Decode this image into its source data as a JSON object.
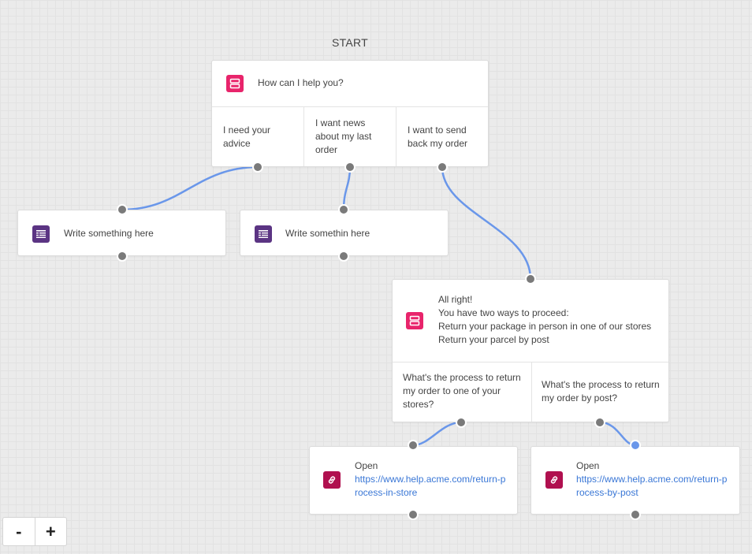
{
  "start_label": "START",
  "zoom": {
    "minus": "-",
    "plus": "+"
  },
  "nodes": {
    "root": {
      "message": "How can I help you?",
      "options": [
        "I need your advice",
        "I want news about my last order",
        "I want to send back my order"
      ]
    },
    "text1": {
      "text": "Write something here"
    },
    "text2": {
      "text": "Write somethin here"
    },
    "return": {
      "lines": [
        "All right!",
        "You have two ways to proceed:",
        "Return your package in person in one of our stores",
        "Return your parcel by post"
      ],
      "options": [
        "What's the process to return my order to one of your stores?",
        "What's the process to return my order by post?"
      ]
    },
    "link1": {
      "action": "Open",
      "url": "https://www.help.acme.com/return-process-in-store"
    },
    "link2": {
      "action": "Open",
      "url": "https://www.help.acme.com/return-process-by-post"
    }
  },
  "colors": {
    "connector": "#6a97ea",
    "port": "#7a7a7a",
    "port_active": "#6a97ea",
    "message_icon": "#e8246b",
    "text_icon": "#5b3483",
    "link_icon": "#b0104f"
  },
  "icons": {
    "message": "message-icon",
    "text": "text-icon",
    "link": "link-icon"
  }
}
